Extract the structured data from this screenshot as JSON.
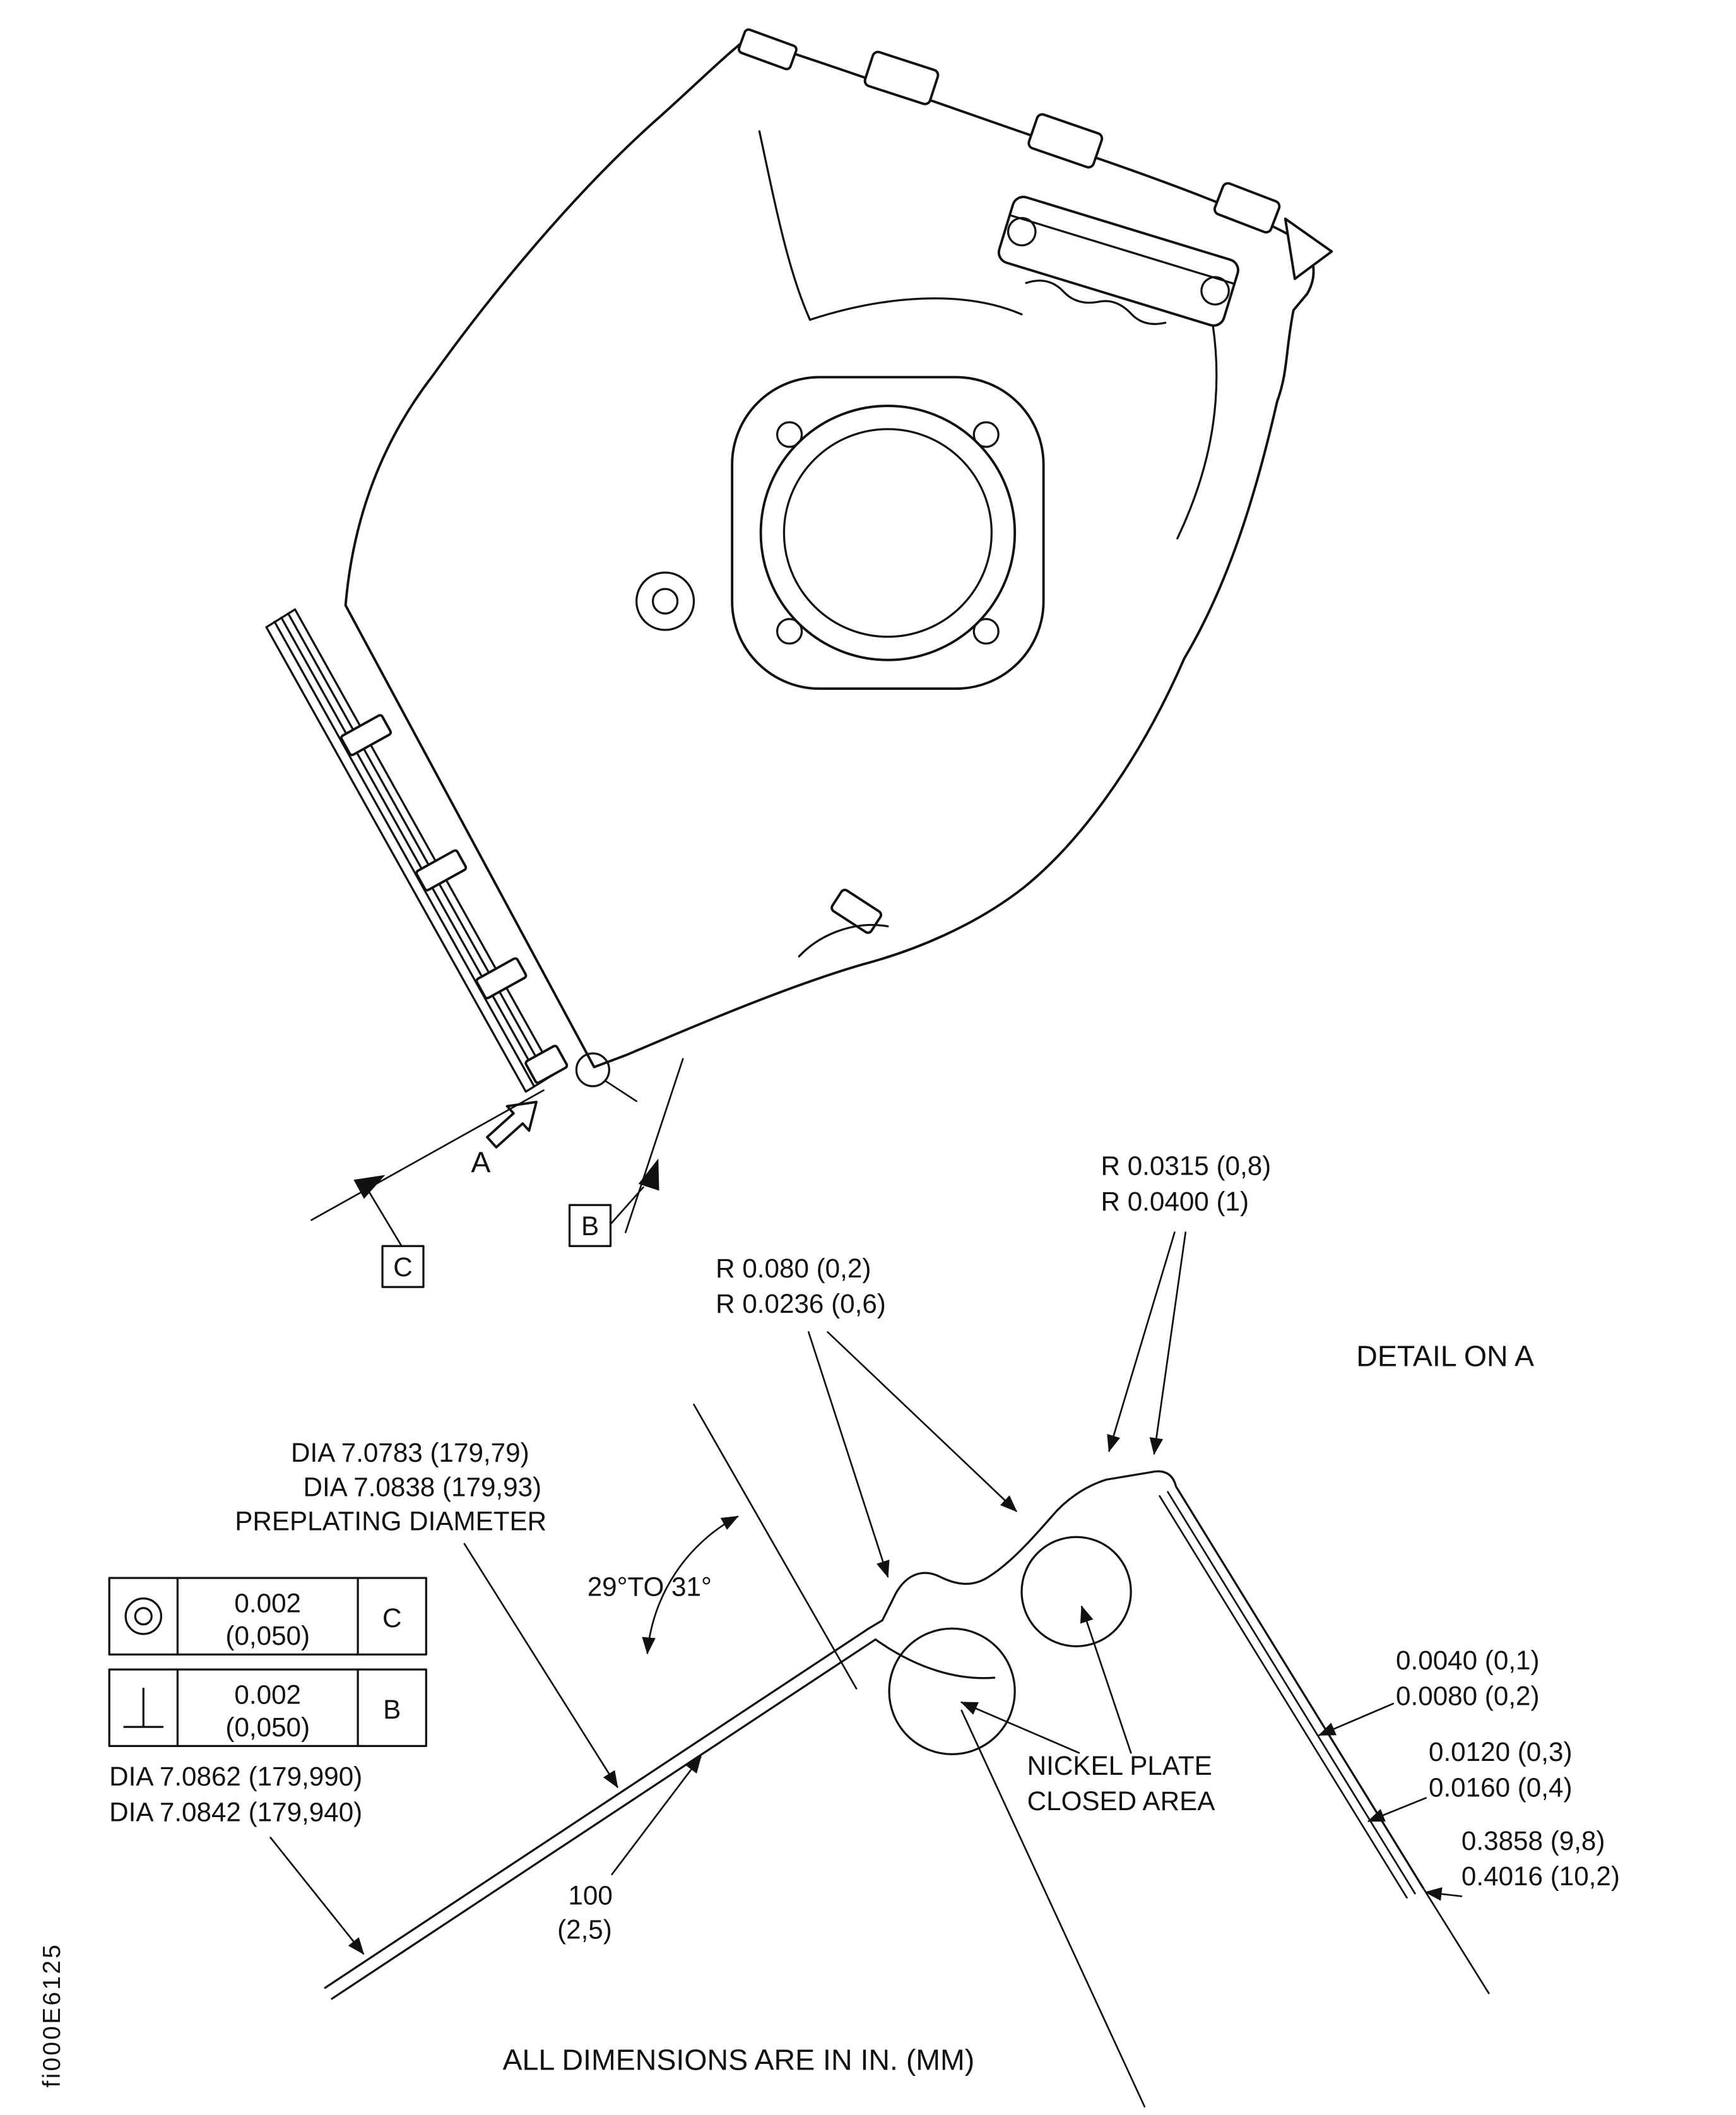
{
  "figure_code": "fi000E6125",
  "colors": {
    "ink": "#111111",
    "paper": "#ffffff"
  },
  "titles": {
    "detail": "DETAIL ON A",
    "footer": "ALL DIMENSIONS ARE IN IN. (MM)"
  },
  "view_labels": {
    "section_arrow": "A",
    "datum_b": "B",
    "datum_c": "C"
  },
  "callouts": {
    "radius_upper": {
      "line1": "R 0.0315 (0,8)",
      "line2": "R 0.0400 (1)"
    },
    "radius_lower": {
      "line1": "R 0.080 (0,2)",
      "line2": "R 0.0236 (0,6)"
    },
    "preplating": {
      "line1": "DIA 7.0783 (179,79)",
      "line2": "DIA 7.0838 (179,93)",
      "line3": "PREPLATING DIAMETER"
    },
    "angle": "29°TO 31°",
    "bore_dia": {
      "line1": "DIA 7.0862 (179,990)",
      "line2": "DIA 7.0842 (179,940)"
    },
    "thickness": {
      "line1": "100",
      "line2": "(2,5)"
    },
    "plating_thin": {
      "line1": "0.0040 (0,1)",
      "line2": "0.0080 (0,2)"
    },
    "plating_thick": {
      "line1": "0.0120 (0,3)",
      "line2": "0.0160 (0,4)"
    },
    "face_width": {
      "line1": "0.3858  (9,8)",
      "line2": "0.4016 (10,2)"
    },
    "nickel_plate": {
      "line1": "NICKEL PLATE",
      "line2": "CLOSED AREA"
    }
  },
  "feature_control_frames": [
    {
      "symbol": "concentricity",
      "tolerance": "0.002",
      "tolerance_mm": "(0,050)",
      "datum": "C"
    },
    {
      "symbol": "perpendicularity",
      "tolerance": "0.002",
      "tolerance_mm": "(0,050)",
      "datum": "B"
    }
  ]
}
